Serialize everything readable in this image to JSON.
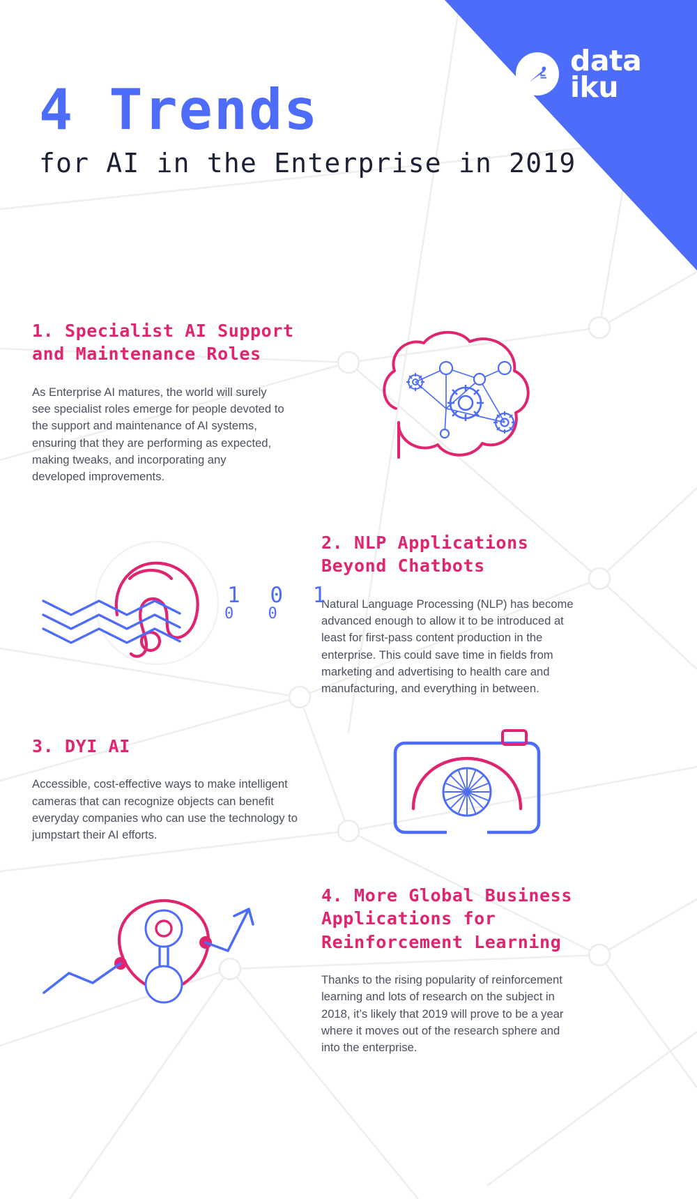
{
  "brand": {
    "logo_line1": "data",
    "logo_line2": "iku",
    "logo_icon": "dataiku-bird-icon",
    "accent_blue": "#4d6cfa",
    "accent_pink": "#e0246f",
    "dark_text": "#1d2135",
    "body_text": "#4a5060"
  },
  "title": {
    "headline": "4 Trends",
    "subhead": "for AI in the\nEnterprise in 2019"
  },
  "sections": [
    {
      "id": "sec1",
      "heading": "1. Specialist AI Support\nand Maintenance Roles",
      "body": "As Enterprise AI matures, the world will surely\nsee specialist roles emerge for people devoted to\nthe support and maintenance of AI systems,\nensuring that they are performing as expected,\nmaking tweaks, and incorporating any\ndeveloped improvements.",
      "illustration": "brain-gears-network-icon"
    },
    {
      "id": "sec2",
      "heading": "2. NLP Applications\nBeyond Chatbots",
      "body": "Natural Language Processing (NLP) has become\nadvanced enough to allow it to be introduced at\nleast for first-pass content production in the\nenterprise. This could save time in fields from\nmarketing and advertising to health care and\nmanufacturing, and everything in between.",
      "illustration": "ear-soundwave-binary-icon"
    },
    {
      "id": "sec3",
      "heading": "3. DYI AI",
      "body": "Accessible, cost-effective ways to make intelligent\ncameras that can recognize objects can benefit\neveryday companies who can use the technology to\njumpstart their AI efforts.",
      "illustration": "camera-eye-icon"
    },
    {
      "id": "sec4",
      "heading": "4. More Global Business\nApplications for\nReinforcement Learning",
      "body": "Thanks to the rising popularity of reinforcement\nlearning and lots of research on the subject in\n2018, it’s likely that 2019 will prove to be a year\nwhere it moves out of the research sphere and\ninto the enterprise.",
      "illustration": "reinforcement-loop-arrow-icon"
    }
  ],
  "decor": {
    "binary_row1": "1 0 1",
    "binary_row2": "0 0"
  }
}
